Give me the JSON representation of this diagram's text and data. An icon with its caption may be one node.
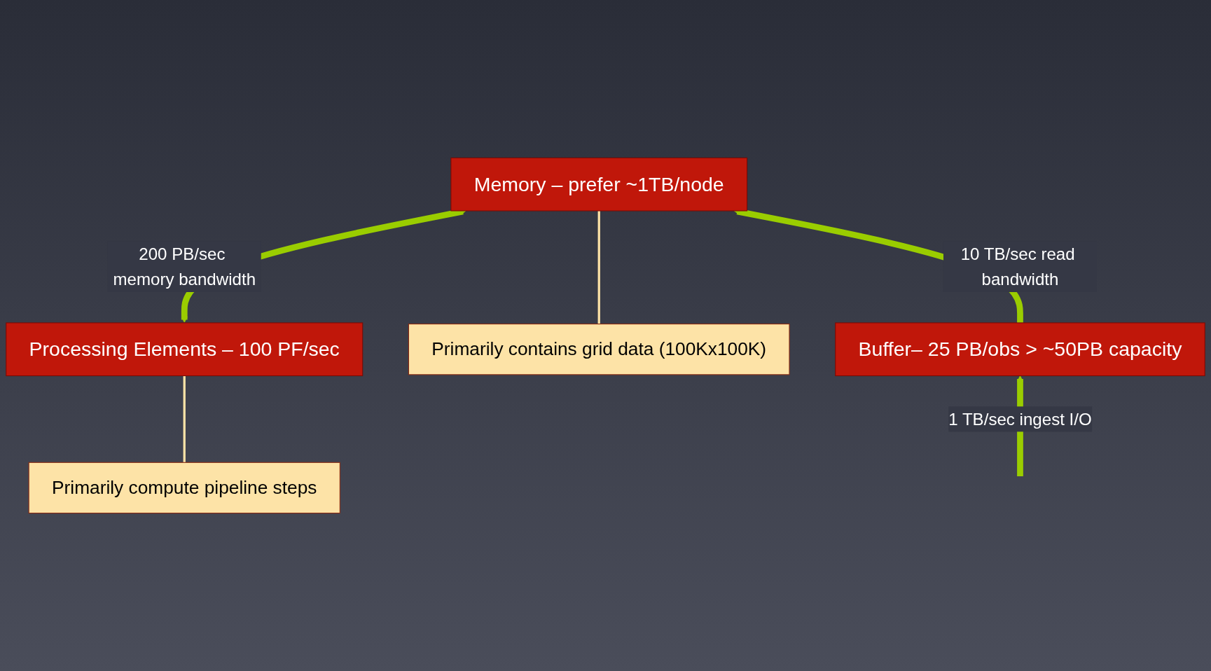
{
  "diagram": {
    "nodes": [
      {
        "text": [
          "Primarily compute pipeline steps"
        ]
      },
      {
        "text": [
          "Processing Elements – 100 PF/sec"
        ]
      },
      {
        "text": [
          "Primarily contains grid data (100Kx100K)"
        ]
      },
      {
        "text": [
          "Memory – prefer ~1TB/node"
        ]
      },
      {
        "text": [
          "Buffer– 25 PB/obs > ~50PB capacity"
        ]
      }
    ],
    "edges": [
      {
        "from": 0,
        "to": 1,
        "arrow": "none",
        "color": "#fde3a7"
      },
      {
        "from": 1,
        "to": 3,
        "arrow": "both",
        "label": "200 PB/sec memory bandwidth"
      },
      {
        "from": 2,
        "to": 3,
        "arrow": "none",
        "color": "#fde3a7"
      },
      {
        "from": 4,
        "to": 3,
        "arrow": "to",
        "label": "10 TB/sec read bandwidth"
      },
      {
        "from": null,
        "to": 4,
        "arrow": "to",
        "label": "1 TB/sec ingest I/O"
      }
    ]
  }
}
